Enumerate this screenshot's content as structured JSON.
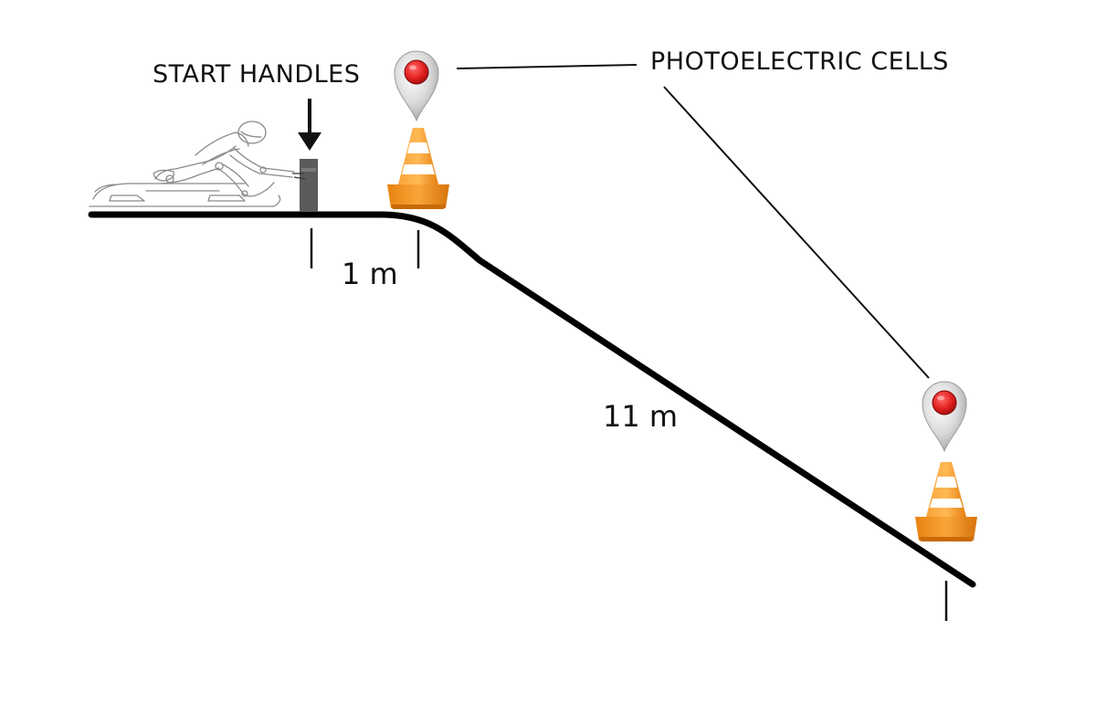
{
  "labels": {
    "start_handles": "START HANDLES",
    "photoelectric_cells": "PHOTOELECTRIC CELLS",
    "distance_flat": "1 m",
    "distance_slope": "11 m"
  },
  "colors": {
    "track": "#000000",
    "handle_post": "#5a5a5a",
    "marker_red": "#e21f1f",
    "marker_silver": "#c9c9c9",
    "cone_orange": "#f5951f",
    "cone_white": "#ffffff"
  },
  "icons": {
    "sled_athlete": "sled-athlete-sketch",
    "handle_post": "start-handle-post",
    "sensor_marker": "map-pin-red",
    "cone": "traffic-cone"
  }
}
